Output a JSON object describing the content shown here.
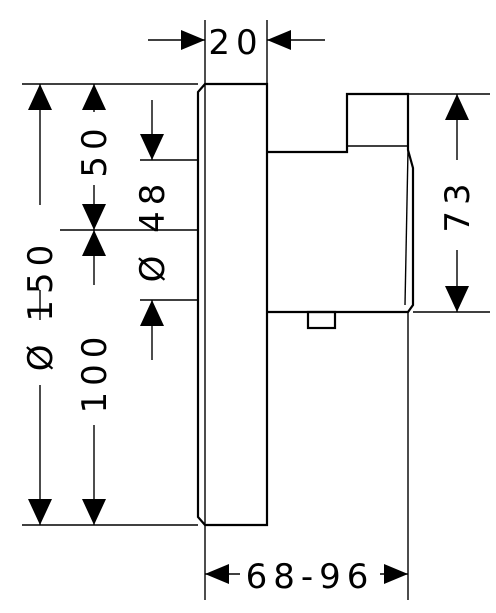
{
  "diagram": {
    "dimensions": {
      "depth_top": "20",
      "outer_diameter": "Ø 150",
      "upper_offset": "50",
      "lower_offset": "100",
      "inner_diameter": "Ø 48",
      "body_height": "73",
      "projection_range": "68-96"
    }
  }
}
